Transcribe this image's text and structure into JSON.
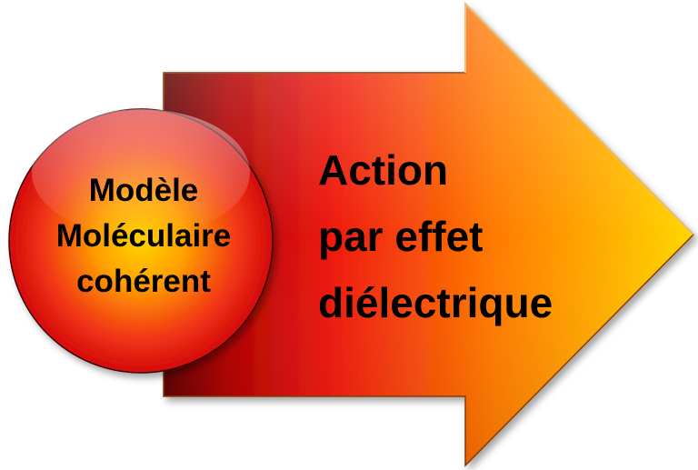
{
  "circle": {
    "lines": [
      "Modèle",
      "Moléculaire",
      "cohérent"
    ]
  },
  "arrow": {
    "lines": [
      "Action",
      "par effet",
      "diélectrique"
    ]
  },
  "colors": {
    "arrow_start": "#5a0000",
    "arrow_mid": "#e80e0e",
    "arrow_end": "#ffd400",
    "circle_center": "#ffd000",
    "circle_edge": "#e01010"
  }
}
